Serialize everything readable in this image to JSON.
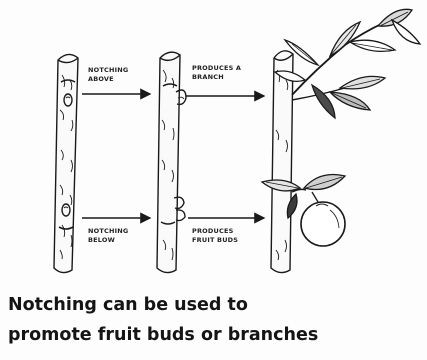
{
  "labels": {
    "notching_above": [
      "NOTCHING",
      "ABOVE"
    ],
    "produces_branch": [
      "PRODUCES A",
      "BRANCH"
    ],
    "notching_below": [
      "NOTCHING",
      "BELOW"
    ],
    "produces_fruit_buds": [
      "PRODUCES",
      "FRUIT BUDS"
    ]
  },
  "caption": {
    "line1": "Notching can be used to",
    "line2": "promote fruit buds or branches"
  },
  "colors": {
    "ink": "#1a1a1a",
    "background": "#fdfdfd"
  }
}
